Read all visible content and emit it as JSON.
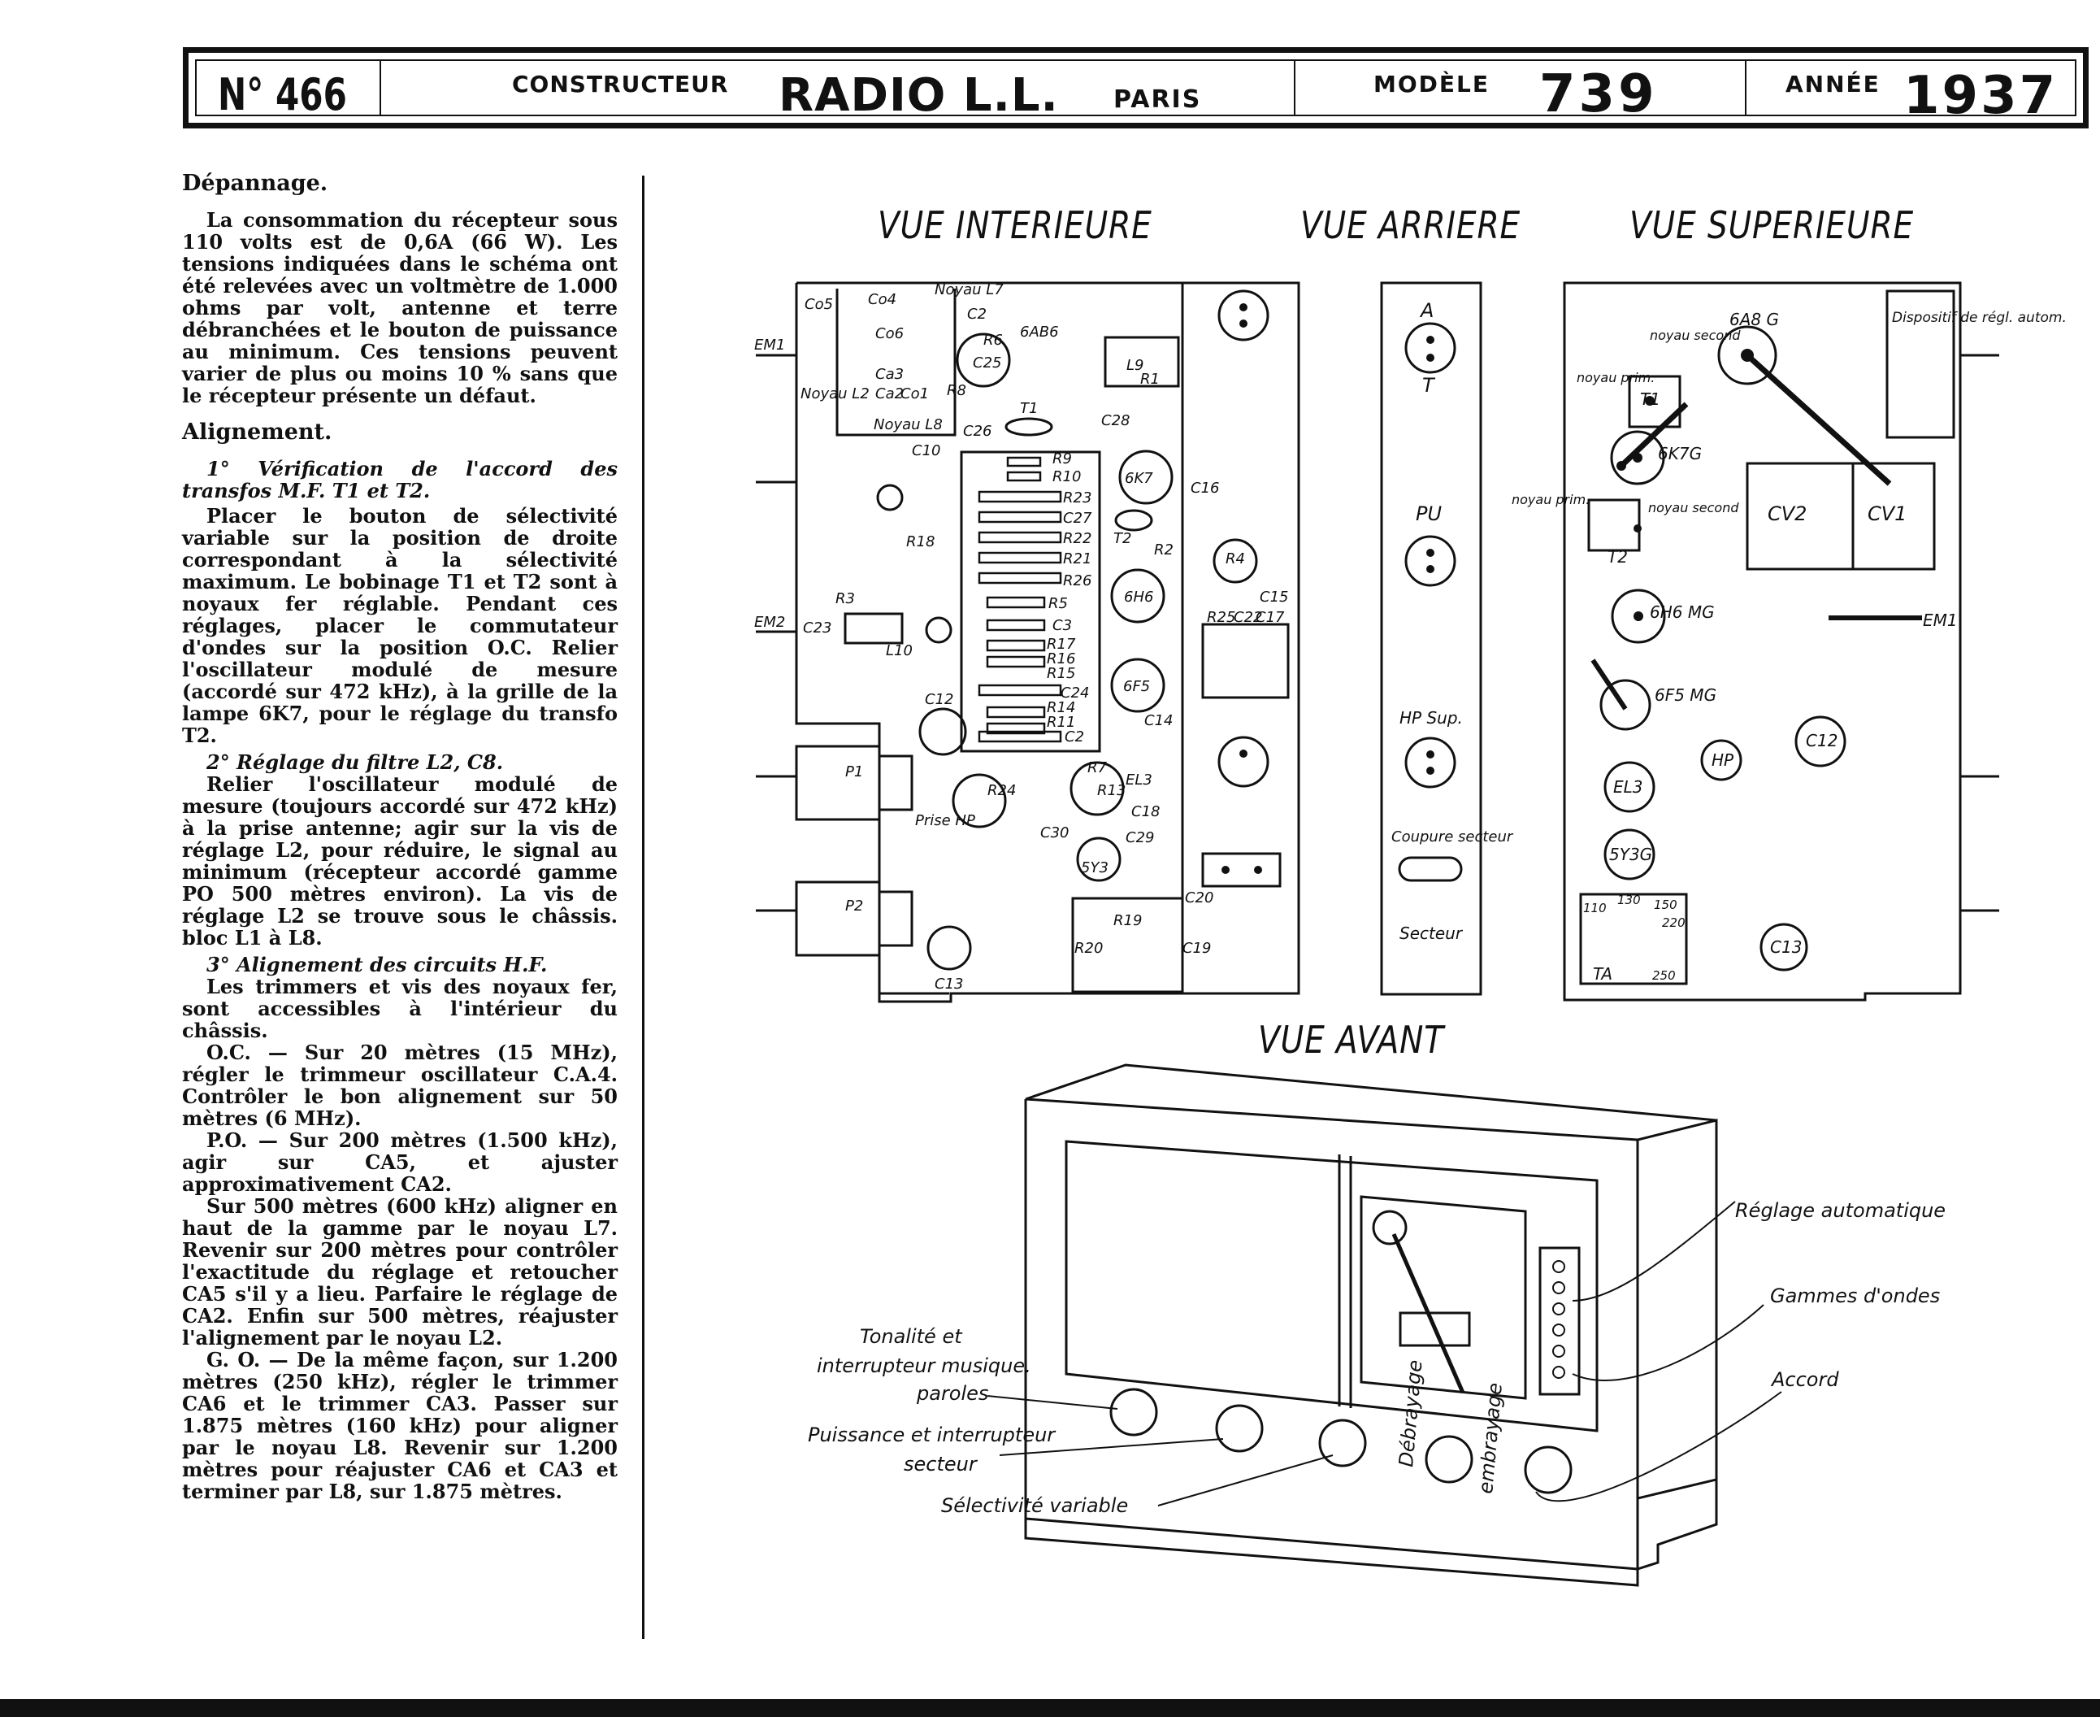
{
  "header": {
    "number": "N° 466",
    "constructeur_label": "CONSTRUCTEUR",
    "brand": "RADIO L.L.",
    "city": "PARIS",
    "modele_label": "MODÈLE",
    "modele": "739",
    "annee_label": "ANNÉE",
    "annee": "1937"
  },
  "text": {
    "depannage_title": "Dépannage.",
    "depannage_body": "La consommation du récepteur sous 110 volts est de 0,6A (66 W). Les tensions indiquées dans le schéma ont été relevées avec un voltmètre de 1.000 ohms par volt, antenne et terre débranchées et le bouton de puissance au minimum. Ces tensions peuvent varier de plus ou moins 10 % sans que le récepteur présente un défaut.",
    "alignement_title": "Alignement.",
    "s1_title": "1° Vérification de l'accord des transfos M.F. T1 et T2.",
    "s1_body": "Placer le bouton de sélectivité variable sur la position de droite correspondant à la sélectivité maximum. Le bobinage T1 et T2 sont à noyaux fer réglable. Pendant ces réglages, placer le commutateur d'ondes sur la position O.C. Relier l'oscillateur modulé de mesure (accordé sur 472 kHz), à la grille de la lampe 6K7, pour le réglage du transfo T2.",
    "s2_title": "2° Réglage du filtre L2, C8.",
    "s2_body": "Relier l'oscillateur modulé de mesure (toujours accordé sur 472 kHz) à la prise antenne; agir sur la vis de réglage L2, pour réduire, le signal au minimum (récepteur accordé gamme PO 500 mètres environ). La vis de réglage L2 se trouve sous le châssis. bloc L1 à L8.",
    "s3_title": "3° Alignement des circuits H.F.",
    "s3_body": "Les trimmers et vis des noyaux fer, sont accessibles à l'intérieur du châssis.",
    "oc": "O.C. — Sur 20 mètres (15 MHz), régler le trimmeur oscillateur C.A.4. Contrôler le bon alignement sur 50 mètres (6 MHz).",
    "po": "P.O. — Sur 200 mètres (1.500 kHz), agir sur CA5, et ajuster approximativement CA2.",
    "po2": "Sur 500 mètres (600 kHz) aligner en haut de la gamme par le noyau L7. Revenir sur 200 mètres pour contrôler l'exactitude du réglage et retoucher CA5 s'il y a lieu. Parfaire le réglage de CA2. Enfin sur 500 mètres, réajuster l'alignement par le noyau L2.",
    "go": "G. O. — De la même façon, sur 1.200 mètres (250 kHz), régler le trimmer CA6 et le trimmer CA3. Passer sur 1.875 mètres (160 kHz) pour aligner par le noyau L8. Revenir sur 1.200 mètres pour réajuster CA6 et CA3 et terminer par L8, sur 1.875 mètres."
  },
  "views": {
    "interieure": "VUE INTERIEURE",
    "arriere": "VUE ARRIERE",
    "superieure": "VUE SUPERIEURE",
    "avant": "VUE AVANT"
  },
  "interior_labels": {
    "co5": "Co5",
    "co4": "Co4",
    "noyau_l7": "Noyau L7",
    "c2a": "C2",
    "r6": "R6",
    "tube_6ab6": "6AB6",
    "co6": "Co6",
    "c25": "C25",
    "l9": "L9",
    "r1": "R1",
    "ca3": "Ca3",
    "noyau_l2": "Noyau L2",
    "ca2": "Ca2",
    "co1": "Co1",
    "r8": "R8",
    "noyau_l8": "Noyau L8",
    "t1": "T1",
    "c26": "C26",
    "c28": "C28",
    "c10": "C10",
    "r9": "R9",
    "r10": "R10",
    "tube_6k7": "6K7",
    "c16": "C16",
    "r23": "R23",
    "c27": "C27",
    "r22": "R22",
    "t2": "T2",
    "r2": "R2",
    "r18": "R18",
    "r21": "R21",
    "r26": "R26",
    "r4": "R4",
    "c15": "C15",
    "tube_6h6": "6H6",
    "r3": "R3",
    "r5": "R5",
    "c23": "C23",
    "l10": "L10",
    "c3": "C3",
    "r17": "R17",
    "r16": "R16",
    "r15": "R15",
    "r25": "R25",
    "c22": "C22",
    "c17": "C17",
    "tube_6f5": "6F5",
    "c24": "C24",
    "r14": "R14",
    "r11": "R11",
    "c12": "C12",
    "c2b": "C2",
    "c14": "C14",
    "r7": "R7",
    "tube_el3": "EL3",
    "r24": "R24",
    "r13a": "R13",
    "p1": "P1",
    "prise_hp": "Prise HP",
    "c30": "C30",
    "c18": "C18",
    "c29": "C29",
    "tube_5y3": "5Y3",
    "c20": "C20",
    "r19": "R19",
    "p2": "P2",
    "r20": "R20",
    "c19": "C19",
    "c13": "C13",
    "em1": "EM1",
    "em2": "EM2"
  },
  "rear_labels": {
    "a": "A",
    "t": "T",
    "pu": "PU",
    "hp_sup": "HP Sup.",
    "coupure": "Coupure secteur",
    "secteur": "Secteur"
  },
  "top_labels": {
    "tube_6a8": "6A8 G",
    "dispositif": "Dispositif de régl. autom.",
    "noyau_second_1": "noyau second",
    "noyau_prim_1": "noyau prim.",
    "t1": "T1",
    "tube_6k7": "6K7G",
    "noyau_second_2": "noyau second",
    "noyau_prim_2": "noyau prim.",
    "t2": "T2",
    "cv2": "CV2",
    "cv1": "CV1",
    "tube_6h6": "6H6 MG",
    "em1": "EM1",
    "tube_6f5": "6F5 MG",
    "c12": "C12",
    "hp": "HP",
    "tube_el3": "EL3",
    "tube_5y3": "5Y3G",
    "v110": "110",
    "v130": "130",
    "v150": "150",
    "v220": "220",
    "ta": "TA",
    "v250": "250",
    "c13": "C13"
  },
  "front_labels": {
    "reglage_auto": "Réglage automatique",
    "gammes": "Gammes d'ondes",
    "accord": "Accord",
    "tonalite": "Tonalité et interrupteur musique-paroles",
    "tonalite_l1": "Tonalité et",
    "tonalite_l2": "interrupteur musique.",
    "tonalite_l3": "paroles",
    "puissance_l1": "Puissance et interrupteur",
    "puissance_l2": "secteur",
    "selectivite": "Sélectivité variable",
    "debrayage": "Débrayage",
    "embrayage": "embrayage"
  }
}
